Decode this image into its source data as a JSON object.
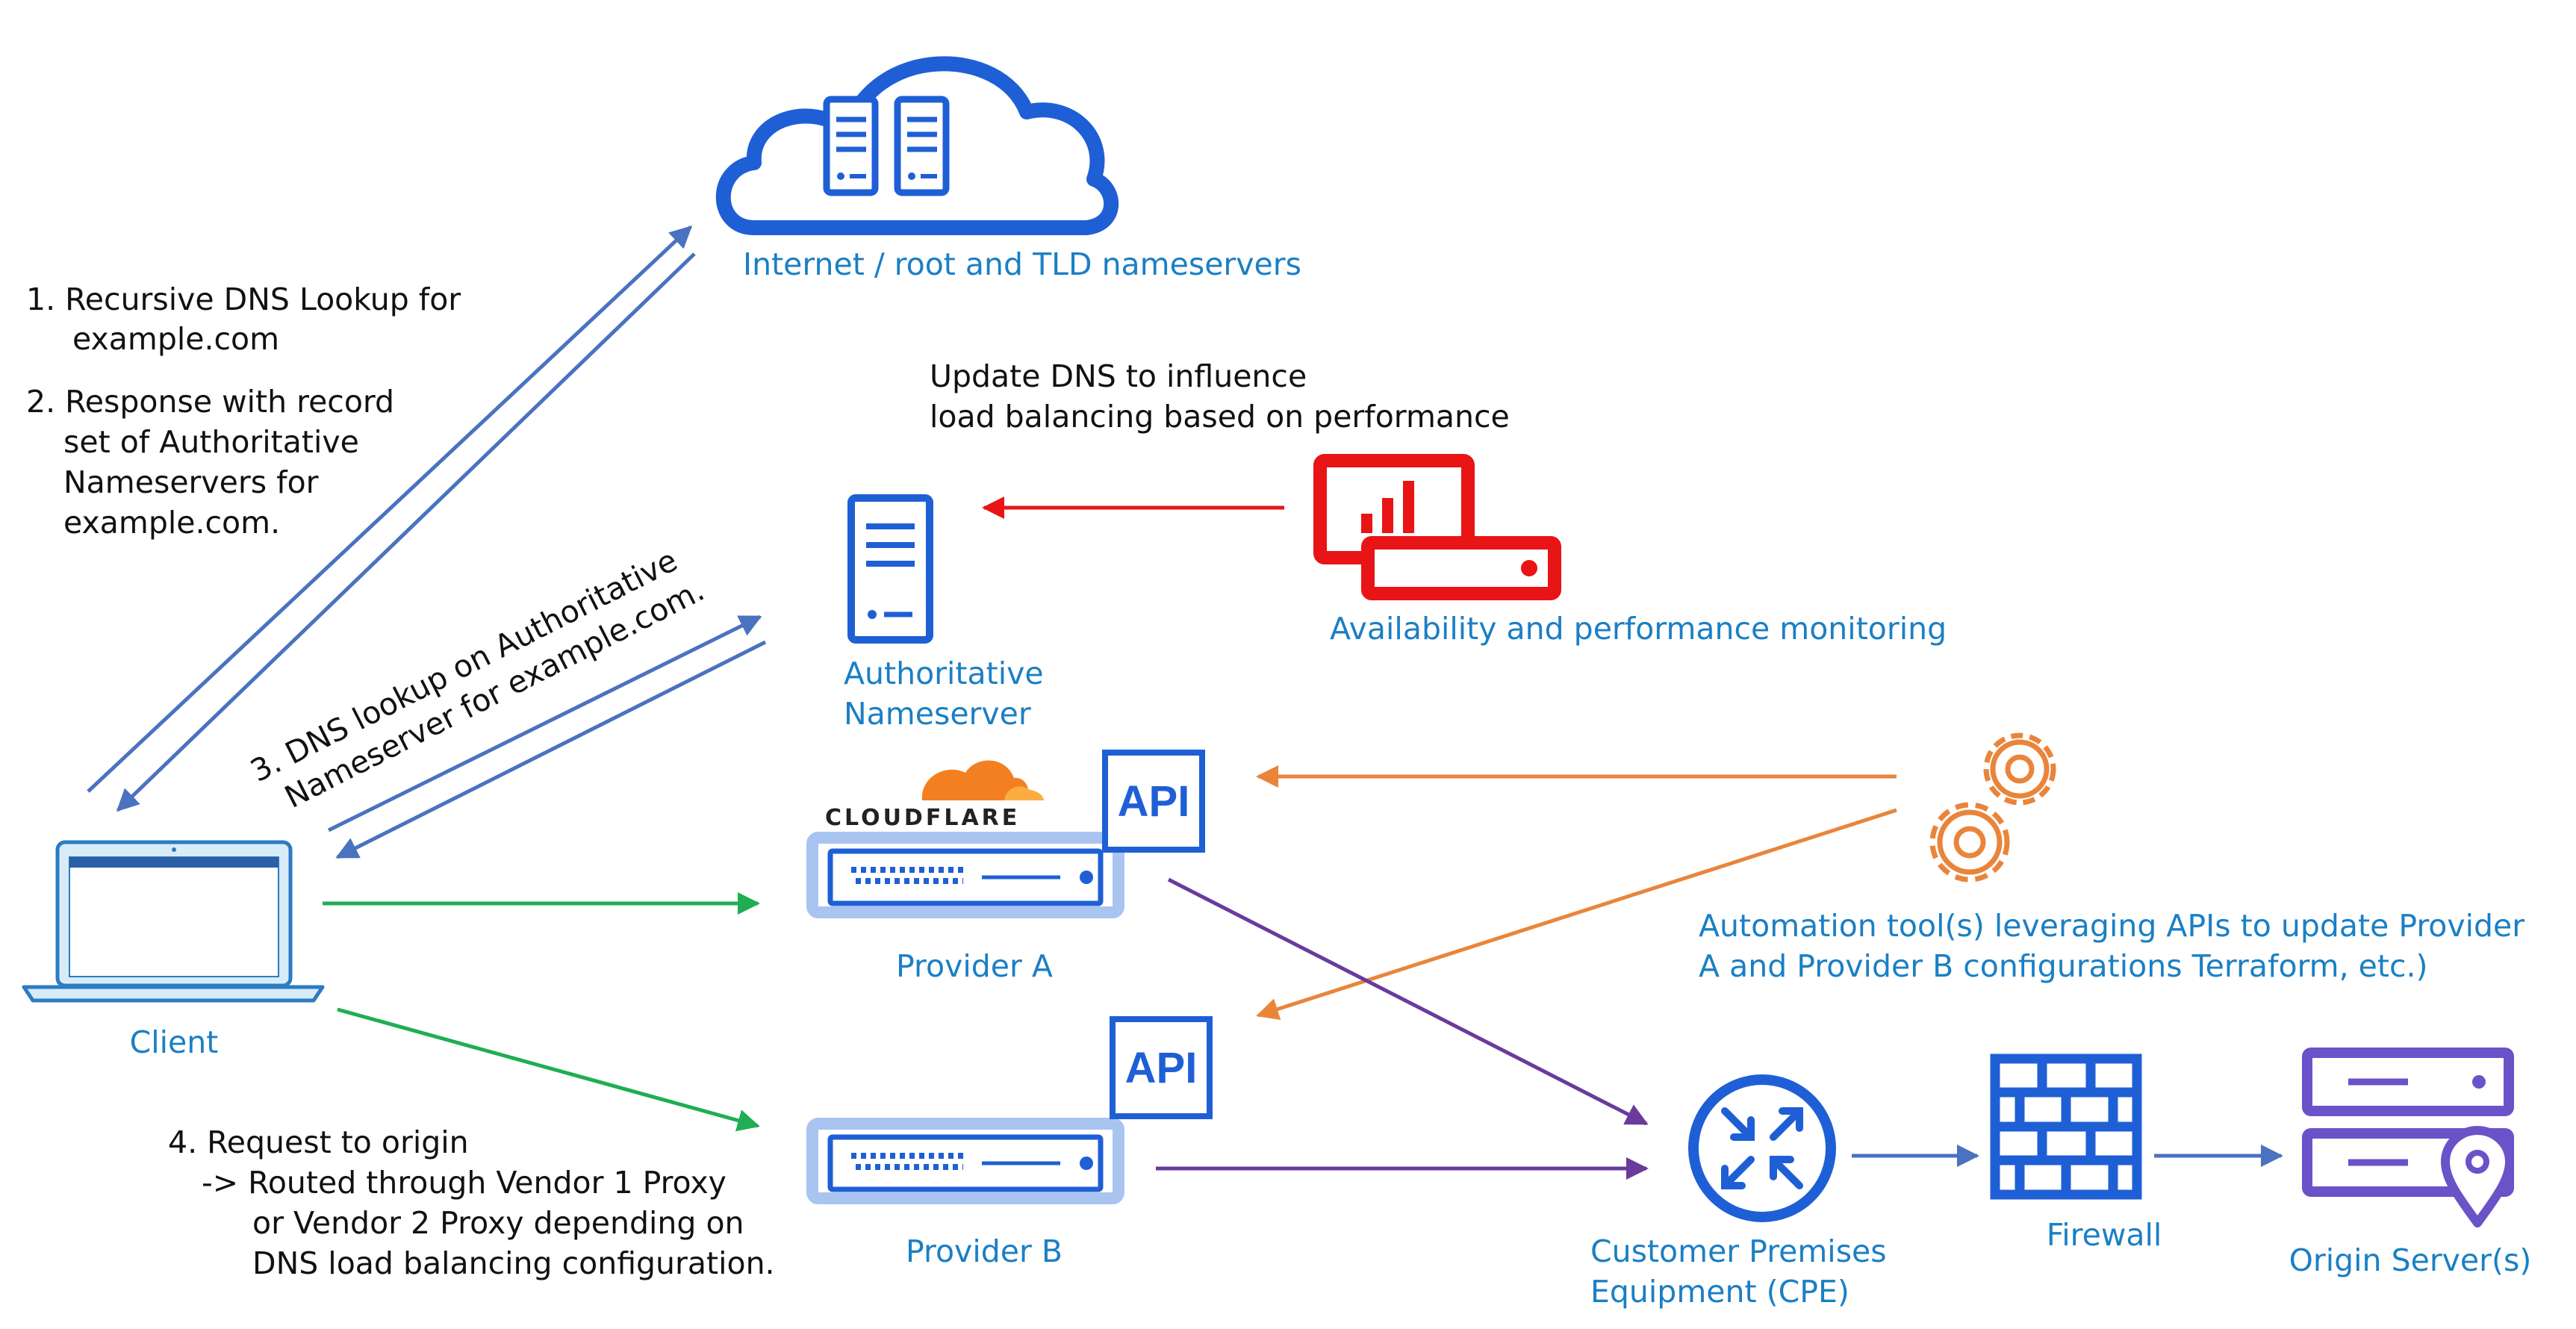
{
  "nodes": {
    "internet": "Internet / root and TLD nameservers",
    "authoritative": [
      "Authoritative",
      "Nameserver"
    ],
    "monitoring": "Availability and performance monitoring",
    "provider_a": "Provider A",
    "provider_b": "Provider B",
    "client": "Client",
    "automation": [
      "Automation tool(s)  leveraging APIs to update Provider",
      "A and Provider B configurations Terraform, etc.)"
    ],
    "cpe": [
      "Customer Premises",
      "Equipment (CPE)"
    ],
    "firewall": "Firewall",
    "origin": "Origin Server(s)"
  },
  "badges": {
    "api_a": "API",
    "api_b": "API",
    "cloudflare": "CLOUDFLARE"
  },
  "notes": {
    "step1": [
      "1. Recursive DNS Lookup for",
      "example.com"
    ],
    "step2": [
      "2. Response with record",
      "set of Authoritative",
      "Nameservers for",
      "example.com."
    ],
    "step3": [
      "3. DNS lookup on Authoritative",
      "Nameserver for example.com."
    ],
    "update_dns": [
      "Update DNS to influence",
      "load balancing based on performance"
    ],
    "step4": [
      "4. Request to origin",
      "-> Routed through Vendor 1 Proxy",
      "or Vendor 2 Proxy depending on",
      "DNS load balancing configuration."
    ]
  },
  "colors": {
    "label_blue": "#1b7fc4",
    "icon_blue": "#1f5fd6",
    "arrow_blue": "#4a72c0",
    "monitor_red": "#e81416",
    "automation_orange": "#e9853a",
    "request_green": "#1fae53",
    "route_purple": "#6a3a9c",
    "origin_purple": "#6a52c8",
    "cloudflare_orange": "#f38020"
  }
}
